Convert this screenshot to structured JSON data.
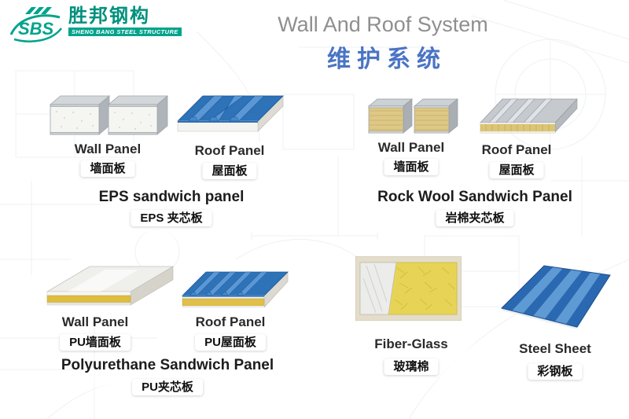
{
  "header": {
    "title_en": "Wall And Roof System",
    "title_zh": "维护系统"
  },
  "logo": {
    "sbs": "SBS",
    "company_zh": "胜邦钢构",
    "company_en": "SHENG BANG STEEL STRUCTURE"
  },
  "sections": {
    "eps": {
      "wall_en": "Wall Panel",
      "wall_zh": "墙面板",
      "roof_en": "Roof Panel",
      "roof_zh": "屋面板",
      "title_en": "EPS sandwich panel",
      "title_zh": "EPS 夹芯板"
    },
    "rockwool": {
      "wall_en": "Wall Panel",
      "wall_zh": "墙面板",
      "roof_en": "Roof Panel",
      "roof_zh": "屋面板",
      "title_en": "Rock Wool Sandwich Panel",
      "title_zh": "岩棉夹芯板"
    },
    "pu": {
      "wall_en": "Wall Panel",
      "wall_zh": "PU墙面板",
      "roof_en": "Roof Panel",
      "roof_zh": "PU屋面板",
      "title_en": "Polyurethane Sandwich Panel",
      "title_zh": "PU夹芯板"
    },
    "other": {
      "fiberglass_en": "Fiber-Glass",
      "fiberglass_zh": "玻璃棉",
      "steel_en": "Steel Sheet",
      "steel_zh": "彩钢板"
    }
  },
  "colors": {
    "title_gray": "#8f8f8f",
    "title_blue": "#4a74c4",
    "logo_teal": "#00a38c",
    "panel_blue": "#2e72b8",
    "core_yellow": "#e0c04a"
  }
}
